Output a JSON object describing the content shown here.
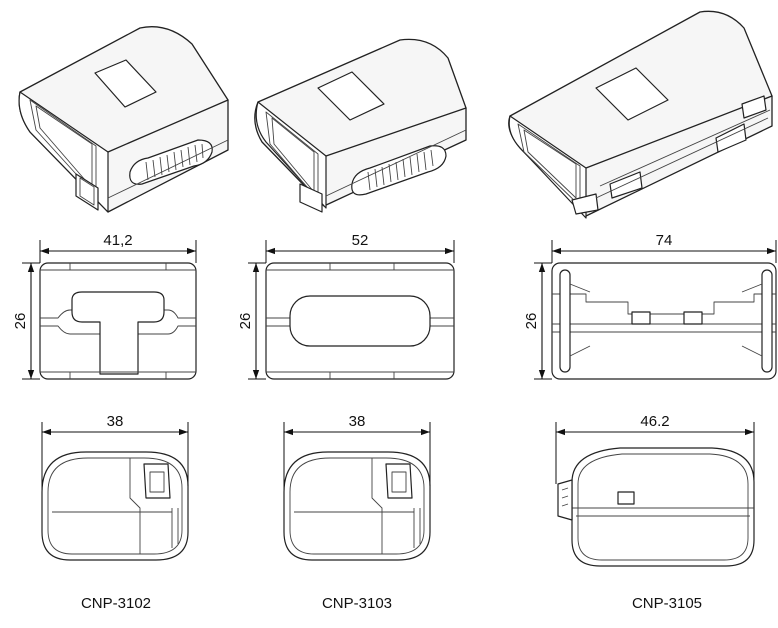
{
  "products": [
    {
      "model": "CNP-3102",
      "length": "41,2",
      "height": "26",
      "width": "38"
    },
    {
      "model": "CNP-3103",
      "length": "52",
      "height": "26",
      "width": "38"
    },
    {
      "model": "CNP-3105",
      "length": "74",
      "height": "26",
      "width": "46.2"
    }
  ]
}
